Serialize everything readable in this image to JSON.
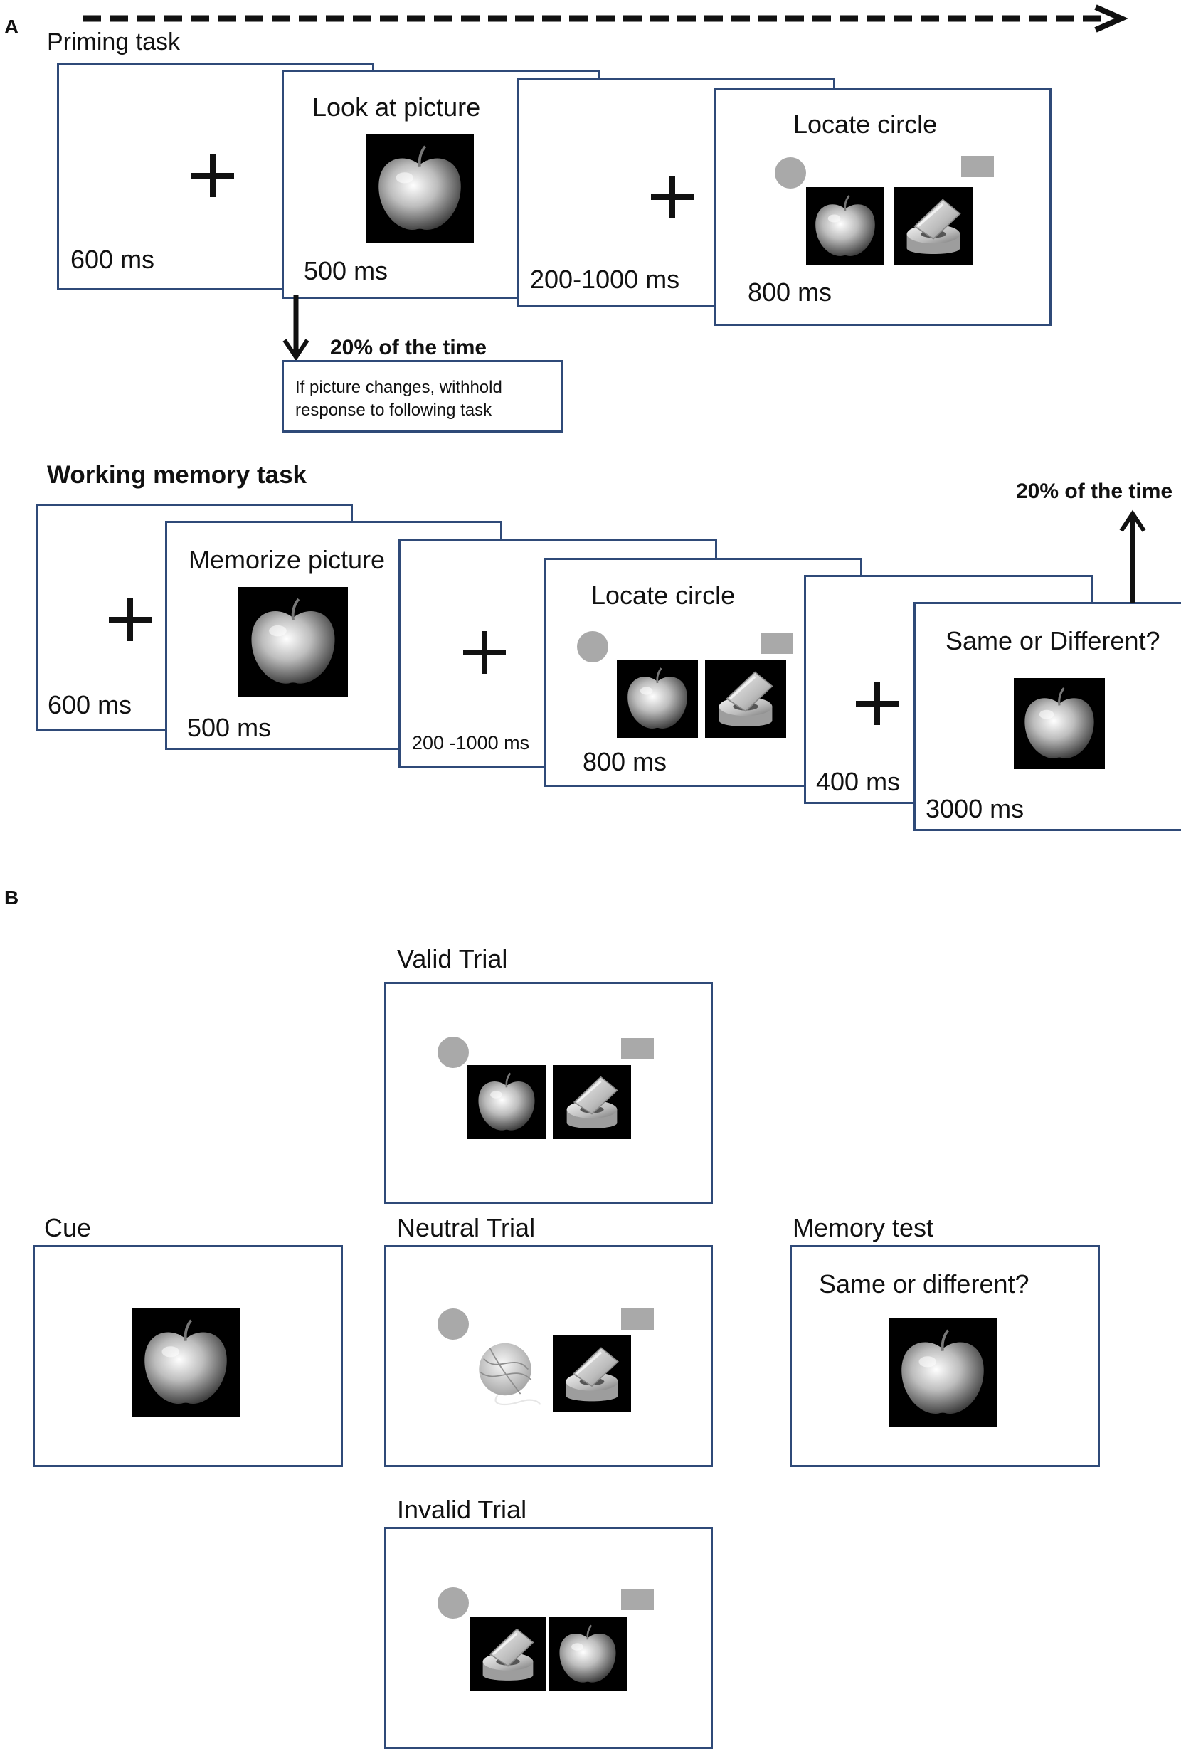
{
  "panel_a": {
    "label": "A",
    "priming": {
      "title": "Priming task",
      "screen1_time": "600 ms",
      "screen2_instruction": "Look at picture",
      "screen2_time": "500 ms",
      "screen3_time": "200-1000 ms",
      "screen4_instruction": "Locate circle",
      "screen4_time": "800 ms",
      "branch_label": "20% of the time",
      "branch_note": [
        "If picture changes, withhold",
        "response to following task"
      ]
    },
    "working_memory": {
      "title": "Working memory task",
      "screen1_time": "600 ms",
      "screen2_instruction": "Memorize picture",
      "screen2_time": "500 ms",
      "screen3_time": "200 -1000 ms",
      "screen4_instruction": "Locate circle",
      "screen4_time": "800 ms",
      "screen5_time": "400 ms",
      "screen6_question": "Same or Different?",
      "screen6_time": "3000 ms",
      "branch_label": "20% of the time"
    }
  },
  "panel_b": {
    "label": "B",
    "valid_title": "Valid Trial",
    "cue_title": "Cue",
    "neutral_title": "Neutral Trial",
    "memory_title": "Memory test",
    "memory_question": "Same or different?",
    "invalid_title": "Invalid Trial"
  },
  "colors": {
    "frame_border": "#2f4a78",
    "stimulus_gray": "#a9a9a9",
    "photo_background": "#000000"
  },
  "icons": {
    "fixation": "fixation-cross-icon",
    "apple": "apple-icon",
    "tape": "tape-roll-icon",
    "yarn": "yarn-ball-icon"
  }
}
